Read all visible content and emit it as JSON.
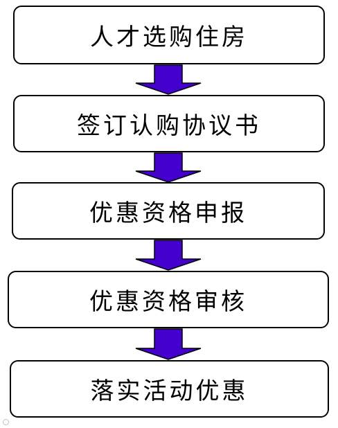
{
  "steps": [
    "人才选购住房",
    "签订认购协议书",
    "优惠资格申报",
    "优惠资格审核",
    "落实活动优惠"
  ],
  "colors": {
    "arrow_fill": "#4400cc",
    "arrow_stroke": "#000000",
    "box_border": "#000000"
  }
}
